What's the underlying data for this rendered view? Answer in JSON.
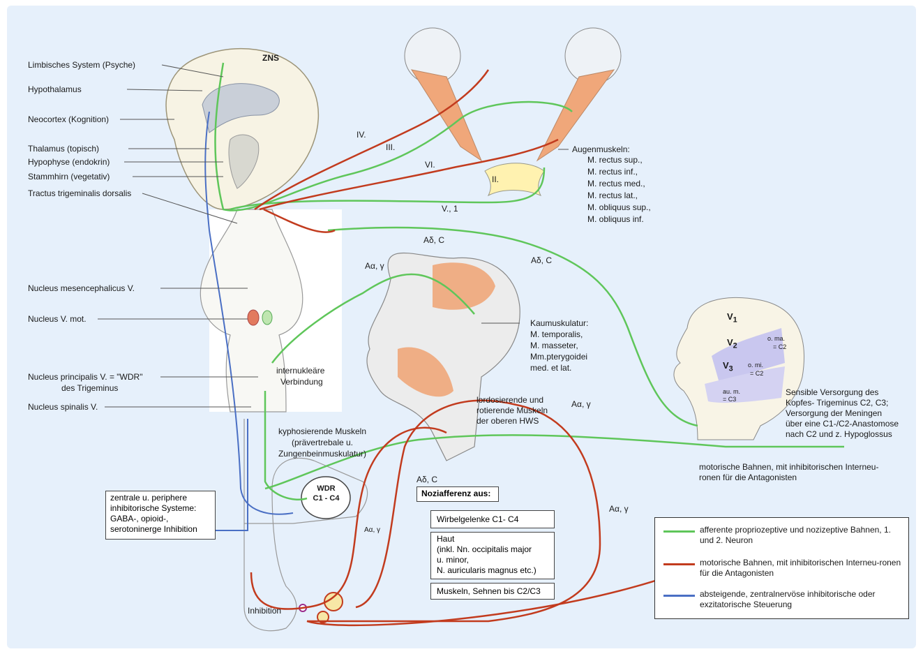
{
  "colors": {
    "afferent_green": "#5fc65a",
    "motor_red": "#c23b1e",
    "descending_blue": "#4a6fc4",
    "panel_bg": "#e6f0fb",
    "muscle": "#f0a77a"
  },
  "left_labels": {
    "zns": "ZNS",
    "limbic": "Limbisches System (Psyche)",
    "hypothalamus": "Hypothalamus",
    "neocortex": "Neocortex (Kognition)",
    "thalamus": "Thalamus (topisch)",
    "hypophyse": "Hypophyse (endokrin)",
    "stammhirn": "Stammhirn (vegetativ)",
    "tractus": "Tractus trigeminalis dorsalis",
    "nuc_mes": "Nucleus mesencephalicus V.",
    "nuc_mot": "Nucleus V. mot.",
    "nuc_princ_1": "Nucleus principalis V. = \"WDR\"",
    "nuc_princ_2": "des Trigeminus",
    "nuc_spin": "Nucleus spinalis V.",
    "internuk_1": "internukleäre",
    "internuk_2": "Verbindung"
  },
  "nerves": {
    "iv": "IV.",
    "iii": "III.",
    "vi": "VI.",
    "ii": "II.",
    "v1": "V., 1",
    "adelta_c_1": "Aδ, C",
    "adelta_c_2": "Aδ, C",
    "adelta_c_3": "Aδ, C",
    "agamma_1": "Aα, γ",
    "agamma_2": "Aα, γ",
    "agamma_3": "Aα, γ",
    "agamma_4": "Aα, γ"
  },
  "eye_muscles": {
    "title": "Augenmuskeln:",
    "items": [
      "M. rectus sup.,",
      "M. rectus inf.,",
      "M. rectus med.,",
      "M. rectus lat.,",
      "M. obliquus sup.,",
      "M. obliquus inf."
    ]
  },
  "kau": {
    "lines": [
      "Kaumuskulatur:",
      "M. temporalis,",
      "M. masseter,",
      "Mm.pterygoidei",
      "med. et lat."
    ]
  },
  "hws": {
    "lines": [
      "lordosierende und",
      "rotierende Muskeln",
      "der oberen HWS"
    ]
  },
  "kyph": {
    "lines": [
      "kyphosierende Muskeln",
      "(prävertrebale u.",
      "Zungenbeinmuskulatur)"
    ]
  },
  "head": {
    "v1": "V",
    "v1_sub": "1",
    "v2": "V",
    "v2_sub": "2",
    "v3": "V",
    "v3_sub": "3",
    "o_ma": "o. ma.",
    "o_ma_c": "= C2",
    "o_mi": "o. mi.",
    "o_mi_c": "= C2",
    "au_m": "au. m.",
    "au_m_c": "= C3",
    "caption": [
      "Sensible Versorgung des",
      "Kopfes- Trigeminus C2, C3;",
      "Versorgung der Meningen",
      "über eine C1-/C2-Anastomose",
      "nach C2 und z. Hypoglossus"
    ]
  },
  "motor_note": [
    "motorische Bahnen, mit inhibitorischen Interneu-",
    "ronen für die Antagonisten"
  ],
  "inhib_box": [
    "zentrale u. periphere",
    "inhibitorische Systeme:",
    "GABA-, opioid-,",
    "serotoninerge Inhibition"
  ],
  "wdr": {
    "title": "WDR",
    "sub": "C1 - C4"
  },
  "nozi": {
    "title": "Noziafferenz aus:",
    "b1": "Wirbelgelenke C1- C4",
    "b2": [
      "Haut",
      "(inkl. Nn. occipitalis major",
      "u. minor,",
      "N. auricularis magnus etc.)"
    ],
    "b3": "Muskeln, Sehnen bis C2/C3"
  },
  "inhibition": "Inhibition",
  "legend": {
    "items": [
      {
        "color": "#5fc65a",
        "text": "afferente propriozeptive und nozizeptive Bahnen, 1. und 2. Neuron"
      },
      {
        "color": "#c23b1e",
        "text": "motorische Bahnen, mit inhibitorischen Interneu-ronen für die Antagonisten"
      },
      {
        "color": "#4a6fc4",
        "text": "absteigende, zentralnervöse inhibitorische oder exzitatorische Steuerung"
      }
    ]
  }
}
